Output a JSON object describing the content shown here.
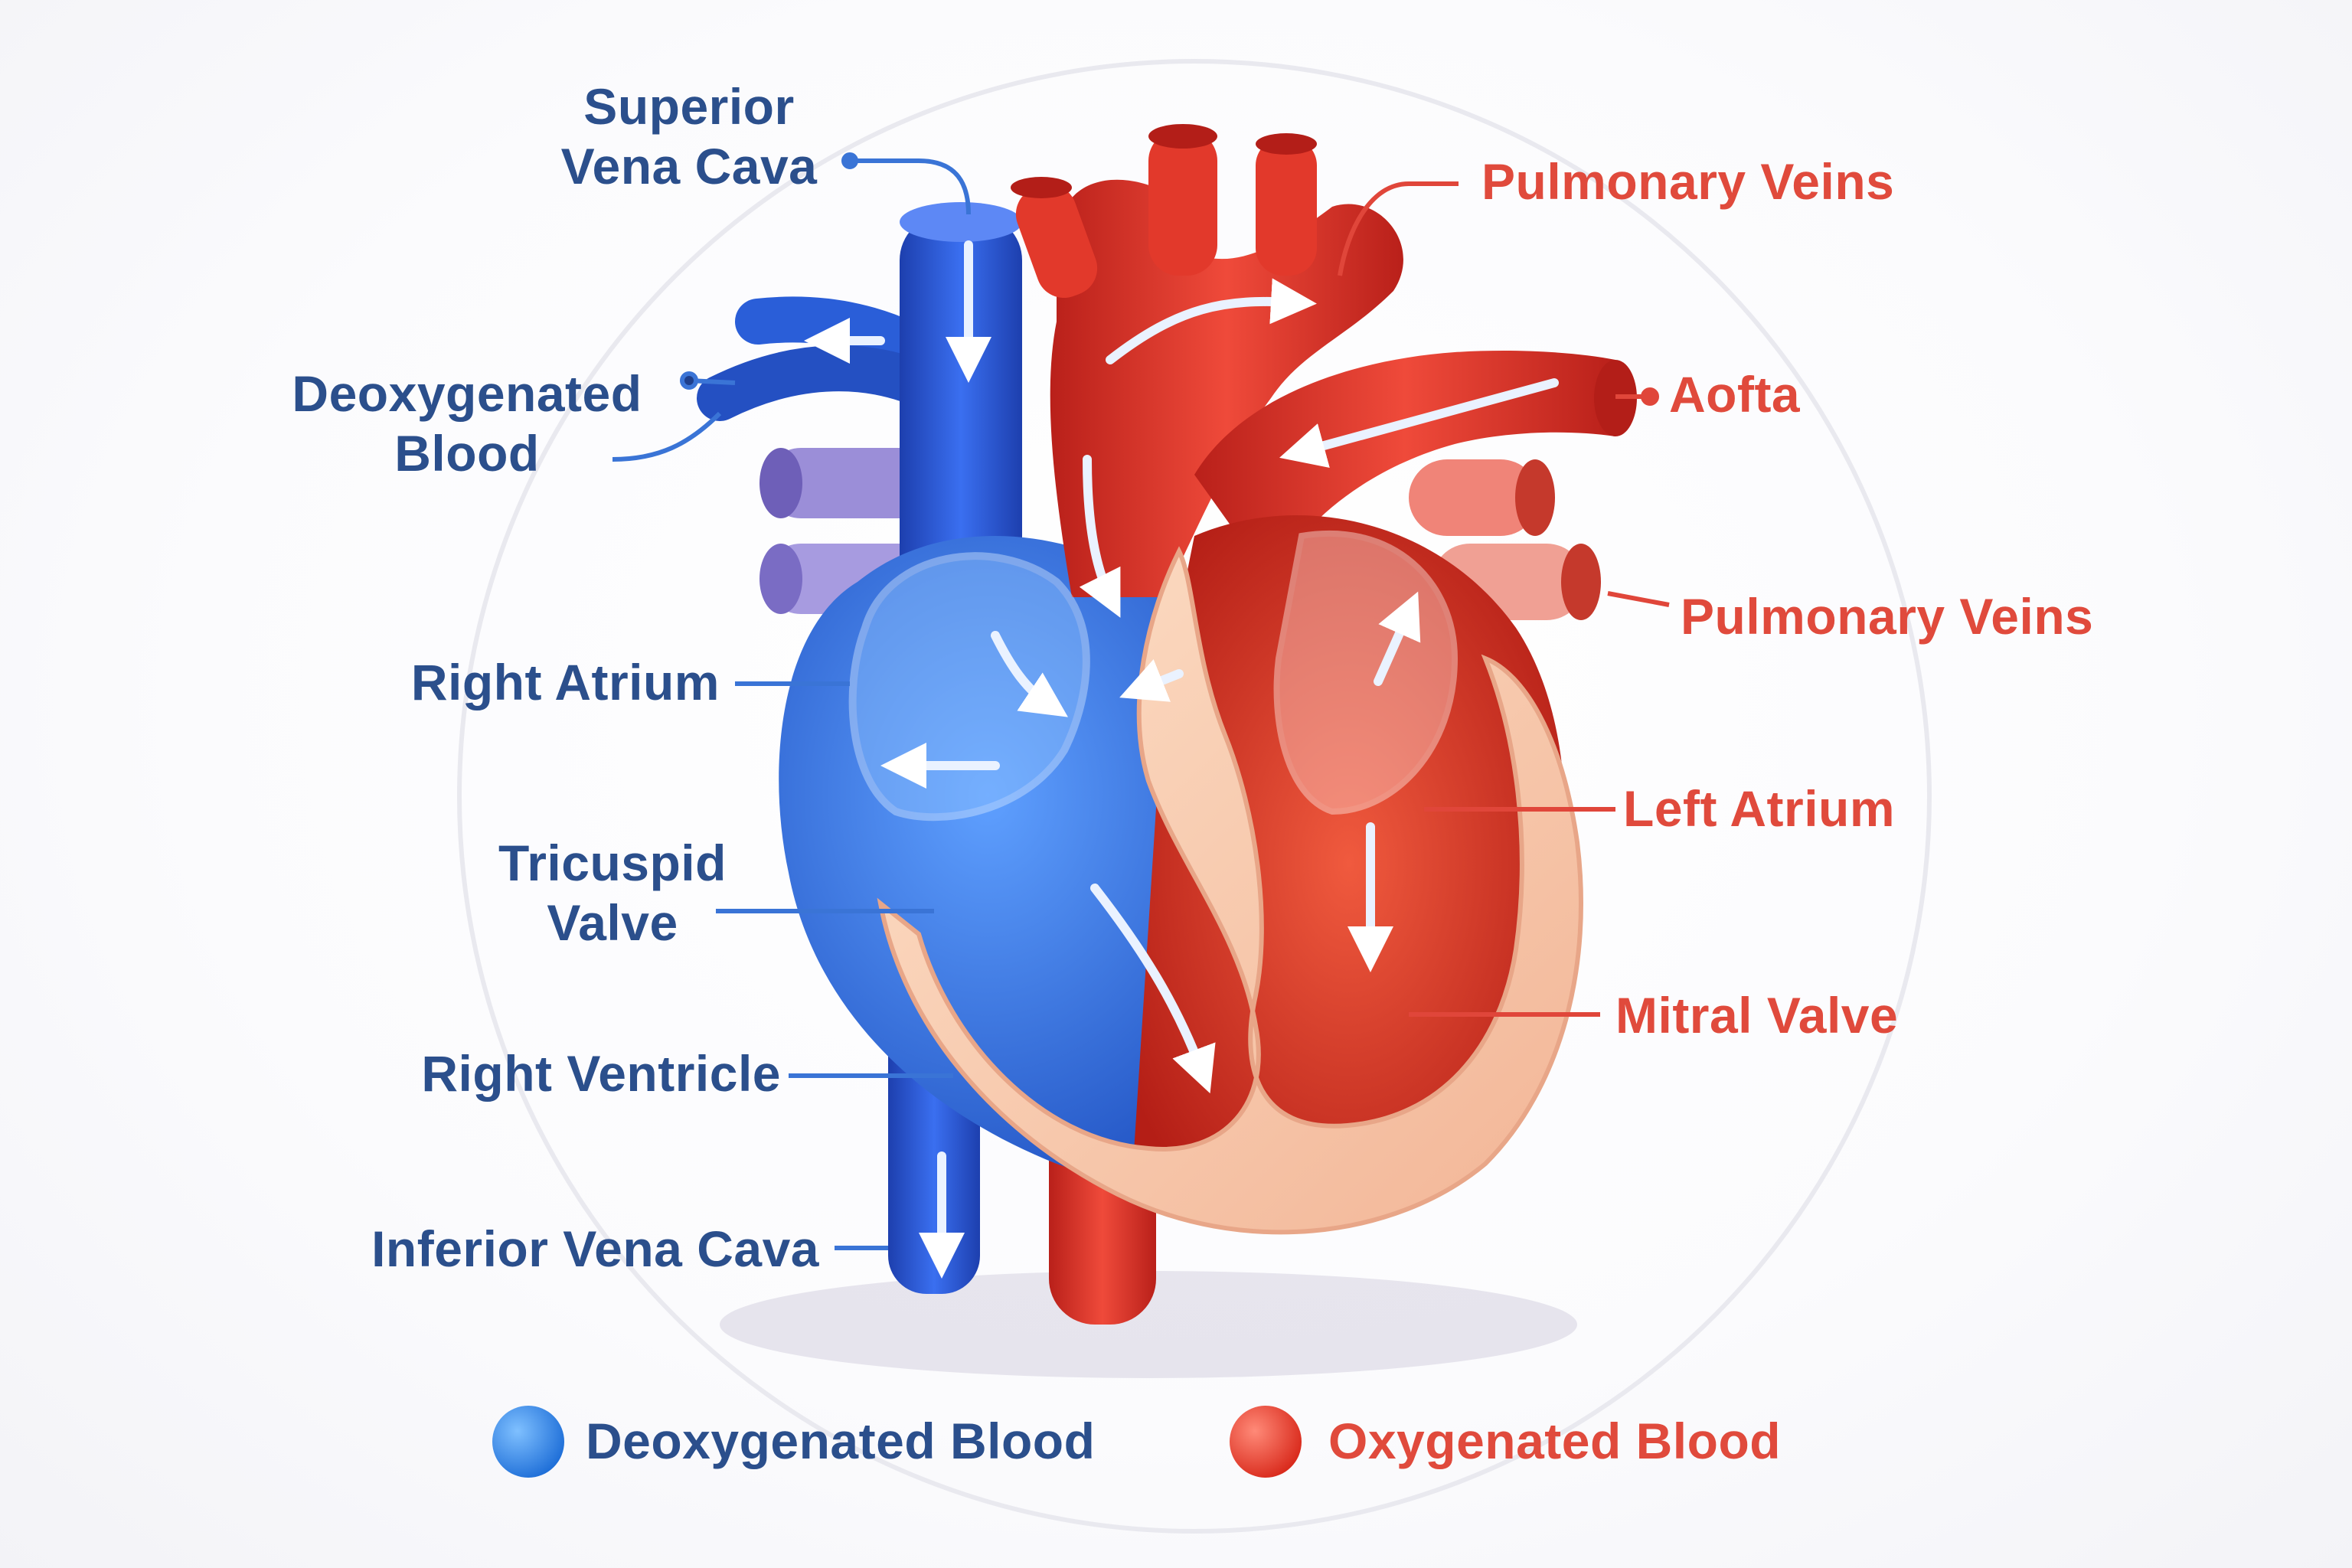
{
  "labels": {
    "superior_vena_cava": "Superior\nVena Cava",
    "deoxygenated_blood": "Deoxygenated\nBlood",
    "right_atrium": "Right Atrium",
    "tricuspid_valve": "Tricuspid\nValve",
    "right_ventricle": "Right Ventricle",
    "inferior_vena_cava": "Inferior Vena Cava",
    "pulmonary_veins_top": "Pulmonary Veins",
    "aorta": "Aofta",
    "pulmonary_veins_right": "Pulmonary Veins",
    "left_atrium": "Left Atrium",
    "mitral_valve": "Mitral Valve"
  },
  "legend": {
    "deoxygenated": "Deoxygenated Blood",
    "oxygenated": "Oxygenated Blood"
  },
  "colors": {
    "deoxygenated": "#2f6fd8",
    "oxygenated": "#e43a2c",
    "label_blue": "#2b4f8c",
    "label_red": "#e04a3c"
  }
}
